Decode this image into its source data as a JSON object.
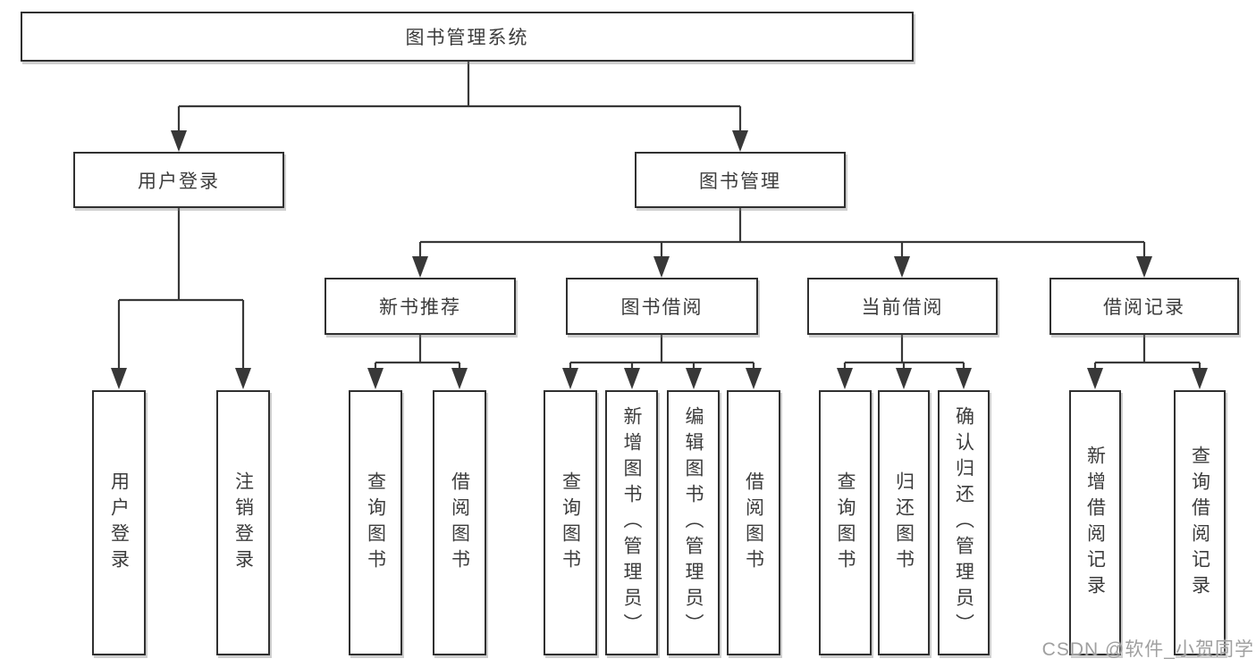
{
  "diagram": {
    "kind": "feature-tree",
    "colors": {
      "background": "#ffffff",
      "box_border": "#303030",
      "line": "#383838",
      "text": "#3c3c3c",
      "watermark": "#a0a0a0"
    },
    "tree": {
      "root": "图书管理系统",
      "user_login": {
        "label": "用户登录",
        "leaves": [
          "用户登录",
          "注销登录"
        ]
      },
      "book_management": {
        "label": "图书管理",
        "children": [
          {
            "label": "新书推荐",
            "leaves": [
              "查询图书",
              "借阅图书"
            ]
          },
          {
            "label": "图书借阅",
            "leaves": [
              "查询图书",
              "新增图书（管理员）",
              "编辑图书（管理员）",
              "借阅图书"
            ]
          },
          {
            "label": "当前借阅",
            "leaves": [
              "查询图书",
              "归还图书",
              "确认归还（管理员）"
            ]
          },
          {
            "label": "借阅记录",
            "leaves": [
              "新增借阅记录",
              "查询借阅记录"
            ]
          }
        ]
      }
    },
    "watermark": "CSDN @软件_小贺同学"
  }
}
